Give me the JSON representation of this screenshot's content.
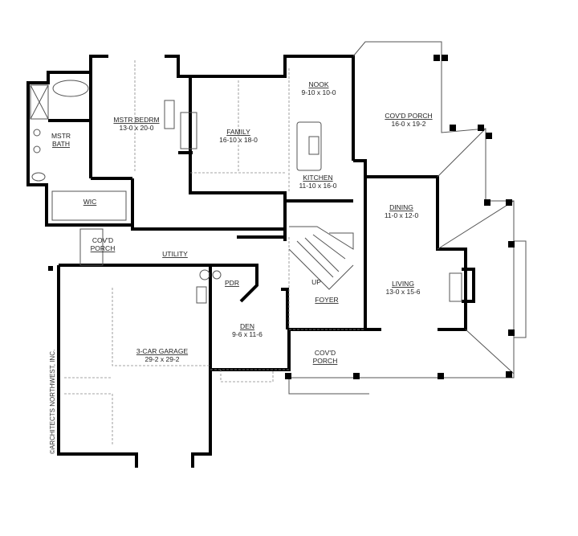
{
  "rooms": {
    "mstr_bedrm": {
      "name": "MSTR BEDRM",
      "size": "13-0 x 20-0"
    },
    "mstr_bath": {
      "name_line1": "MSTR",
      "name_line2": "BATH"
    },
    "wic": {
      "name": "WIC"
    },
    "family": {
      "name": "FAMILY",
      "size": "16-10 x 18-0"
    },
    "nook": {
      "name": "NOOK",
      "size": "9-10 x 10-0"
    },
    "kitchen": {
      "name": "KITCHEN",
      "size": "11-10 x 16-0"
    },
    "covd_porch_rear": {
      "name": "COV'D PORCH",
      "size": "16-0 x 19-2"
    },
    "dining": {
      "name": "DINING",
      "size": "11-0 x 12-0"
    },
    "living": {
      "name": "LIVING",
      "size": "13-0 x 15-6"
    },
    "foyer": {
      "name": "FOYER"
    },
    "stairs": {
      "label": "UP"
    },
    "covd_porch_front": {
      "name_line1": "COV'D",
      "name_line2": "PORCH"
    },
    "covd_porch_side": {
      "name_line1": "COV'D",
      "name_line2": "PORCH"
    },
    "utility": {
      "name": "UTILITY"
    },
    "pdr": {
      "name": "PDR"
    },
    "den": {
      "name": "DEN",
      "size": "9-6 x 11-6"
    },
    "garage": {
      "name": "3-CAR GARAGE",
      "size": "29-2 x 29-2"
    }
  },
  "copyright": "©ARCHITECTS NORTHWEST, INC."
}
